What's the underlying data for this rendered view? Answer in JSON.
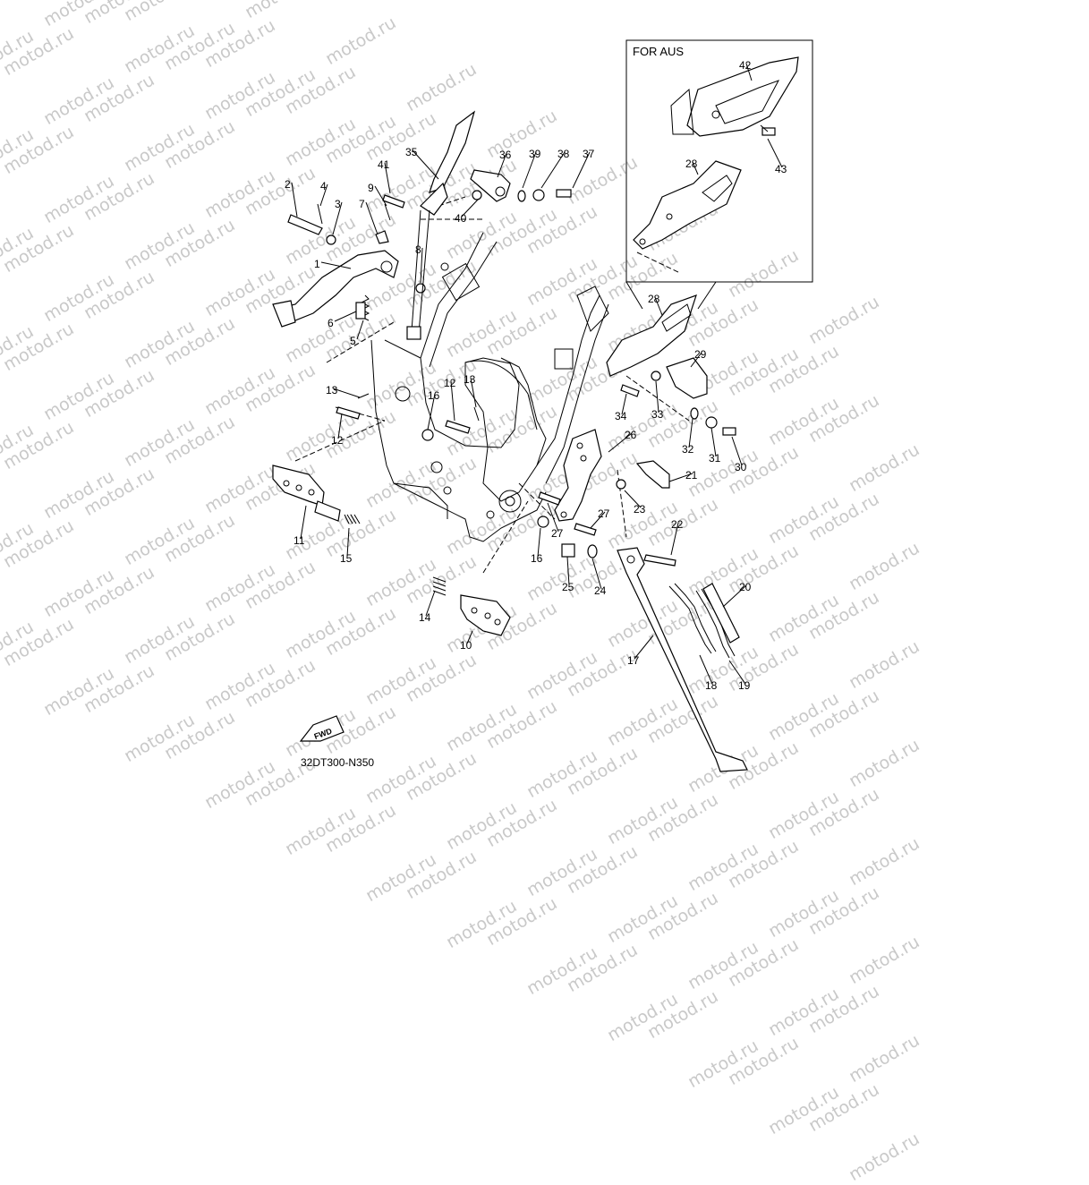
{
  "watermark": {
    "text": "motod.ru",
    "color": "#c9c9c9"
  },
  "inset": {
    "title": "FOR AUS"
  },
  "diagram_code": "32DT300-N350",
  "fwd_label": "FWD",
  "callouts": [
    {
      "id": "c1",
      "label": "1"
    },
    {
      "id": "c2",
      "label": "2"
    },
    {
      "id": "c3",
      "label": "3"
    },
    {
      "id": "c4",
      "label": "4"
    },
    {
      "id": "c5",
      "label": "5"
    },
    {
      "id": "c6",
      "label": "6"
    },
    {
      "id": "c7",
      "label": "7"
    },
    {
      "id": "c8",
      "label": "8"
    },
    {
      "id": "c9",
      "label": "9"
    },
    {
      "id": "c10",
      "label": "10"
    },
    {
      "id": "c11",
      "label": "11"
    },
    {
      "id": "c12a",
      "label": "12"
    },
    {
      "id": "c12b",
      "label": "12"
    },
    {
      "id": "c13a",
      "label": "13"
    },
    {
      "id": "c13b",
      "label": "13"
    },
    {
      "id": "c14",
      "label": "14"
    },
    {
      "id": "c15",
      "label": "15"
    },
    {
      "id": "c16a",
      "label": "16"
    },
    {
      "id": "c16b",
      "label": "16"
    },
    {
      "id": "c17",
      "label": "17"
    },
    {
      "id": "c18",
      "label": "18"
    },
    {
      "id": "c19",
      "label": "19"
    },
    {
      "id": "c20",
      "label": "20"
    },
    {
      "id": "c21",
      "label": "21"
    },
    {
      "id": "c22",
      "label": "22"
    },
    {
      "id": "c23",
      "label": "23"
    },
    {
      "id": "c24",
      "label": "24"
    },
    {
      "id": "c25",
      "label": "25"
    },
    {
      "id": "c26",
      "label": "26"
    },
    {
      "id": "c27a",
      "label": "27"
    },
    {
      "id": "c27b",
      "label": "27"
    },
    {
      "id": "c28a",
      "label": "28"
    },
    {
      "id": "c28b",
      "label": "28"
    },
    {
      "id": "c29",
      "label": "29"
    },
    {
      "id": "c30",
      "label": "30"
    },
    {
      "id": "c31",
      "label": "31"
    },
    {
      "id": "c32",
      "label": "32"
    },
    {
      "id": "c33",
      "label": "33"
    },
    {
      "id": "c34",
      "label": "34"
    },
    {
      "id": "c35",
      "label": "35"
    },
    {
      "id": "c36",
      "label": "36"
    },
    {
      "id": "c37",
      "label": "37"
    },
    {
      "id": "c38",
      "label": "38"
    },
    {
      "id": "c39",
      "label": "39"
    },
    {
      "id": "c40",
      "label": "40"
    },
    {
      "id": "c41",
      "label": "41"
    },
    {
      "id": "c42",
      "label": "42"
    },
    {
      "id": "c43",
      "label": "43"
    }
  ]
}
